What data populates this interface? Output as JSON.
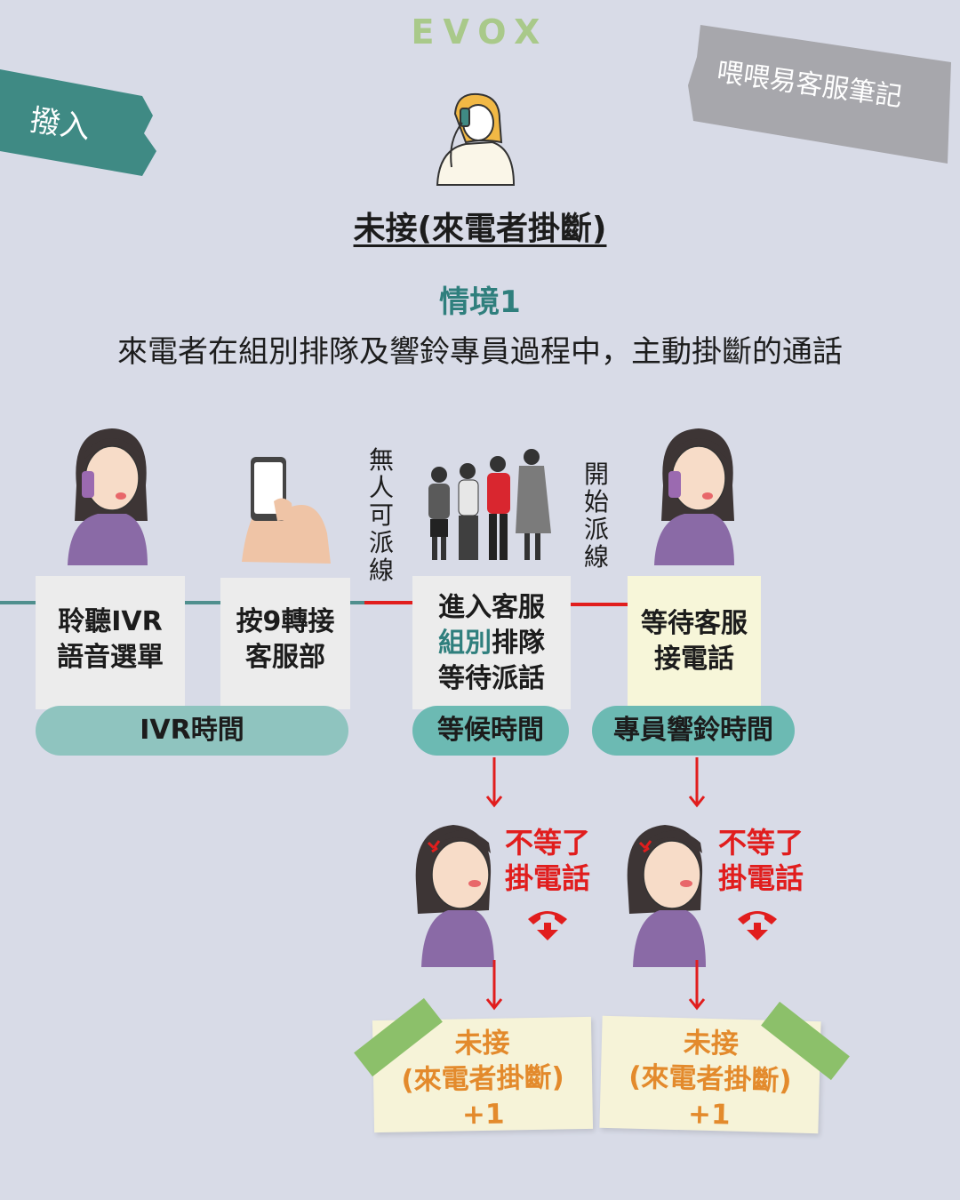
{
  "brand": {
    "logo": "EVOX"
  },
  "tags": {
    "left": "撥入",
    "right": "喂喂易客服筆記"
  },
  "title": "未接(來電者掛斷)",
  "scenario": {
    "label": "情境1",
    "description": "來電者在組別排隊及響鈴專員過程中，主動掛斷的通話"
  },
  "flow": {
    "steps": [
      {
        "lines": [
          "聆聽IVR",
          "語音選單"
        ]
      },
      {
        "lines": [
          "按9轉接",
          "客服部"
        ]
      },
      {
        "lines": [
          "進入客服",
          "排隊",
          "等待派話"
        ],
        "highlight": "組別"
      },
      {
        "lines": [
          "等待客服",
          "接電話"
        ]
      }
    ],
    "vertical_labels": {
      "no_agent": "無人可派線",
      "start_dispatch": "開始派線"
    },
    "phases": {
      "ivr": "IVR時間",
      "wait": "等候時間",
      "ring": "專員響鈴時間"
    }
  },
  "hangup": {
    "line1": "不等了",
    "line2": "掛電話"
  },
  "result": {
    "line1": "未接",
    "line2": "(來電者掛斷)",
    "line3": "+1"
  },
  "colors": {
    "background": "#d8dbe7",
    "teal": "#2f7f7d",
    "red": "#e11d1d",
    "orange": "#e38a2c",
    "tape_green": "#8cc06a"
  },
  "icons": [
    "woman-phone-icon",
    "hand-phone-icon",
    "queue-people-icon",
    "angry-woman-icon",
    "hangup-phone-icon"
  ]
}
